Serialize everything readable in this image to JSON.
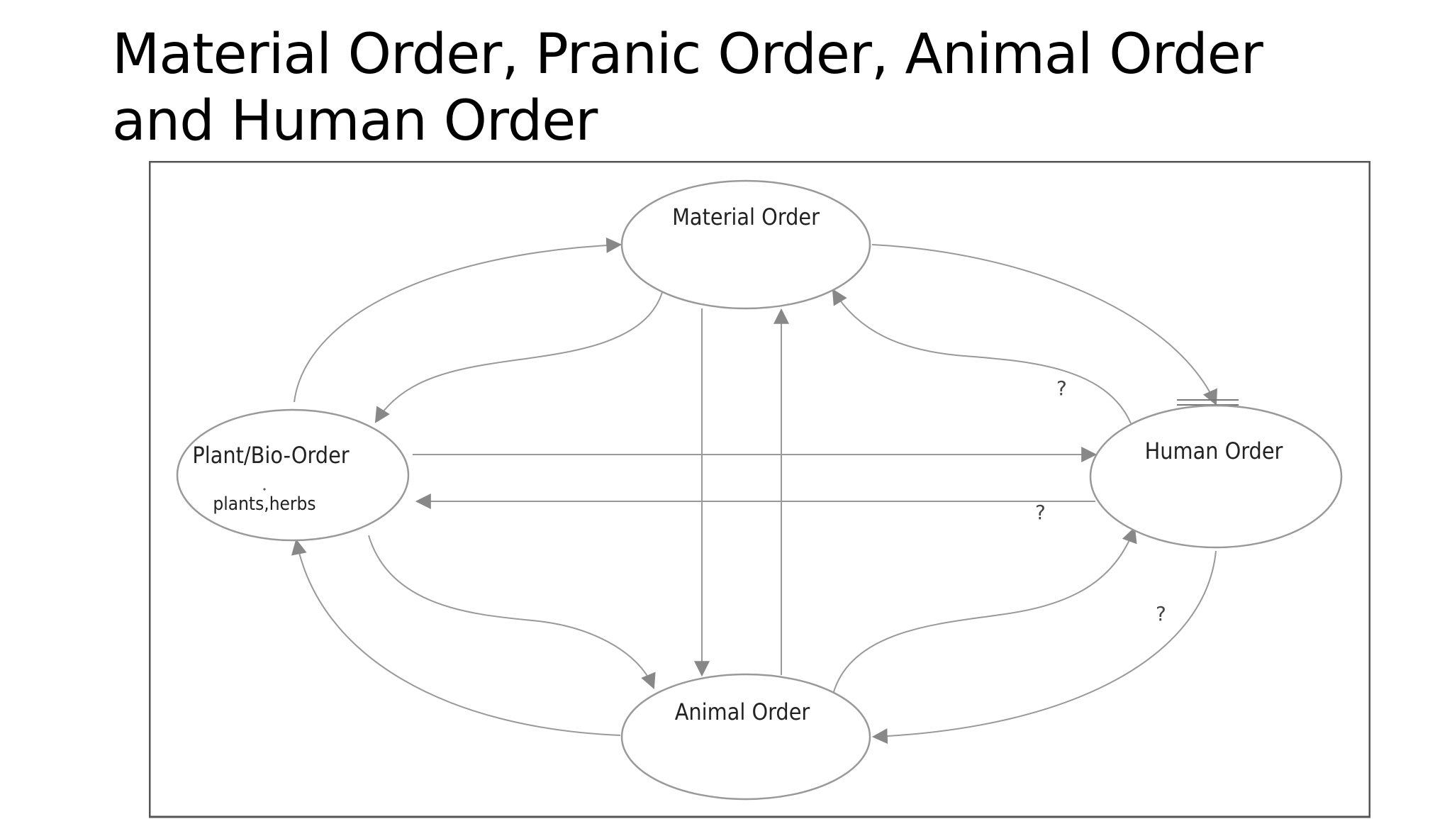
{
  "slide": {
    "title": "Material Order, Pranic Order, Animal Order and Human Order"
  },
  "diagram": {
    "nodes": {
      "material": {
        "label": "Material Order"
      },
      "plant": {
        "label": "Plant/Bio-Order",
        "sublabel": "plants,herbs"
      },
      "human": {
        "label": "Human Order"
      },
      "animal": {
        "label": "Animal Order"
      }
    },
    "edge_labels": {
      "q_human_material": "?",
      "q_human_plant": "?",
      "q_human_animal": "?"
    },
    "colors": {
      "stroke": "#999999",
      "frame": "#555555",
      "text": "#222222"
    }
  }
}
